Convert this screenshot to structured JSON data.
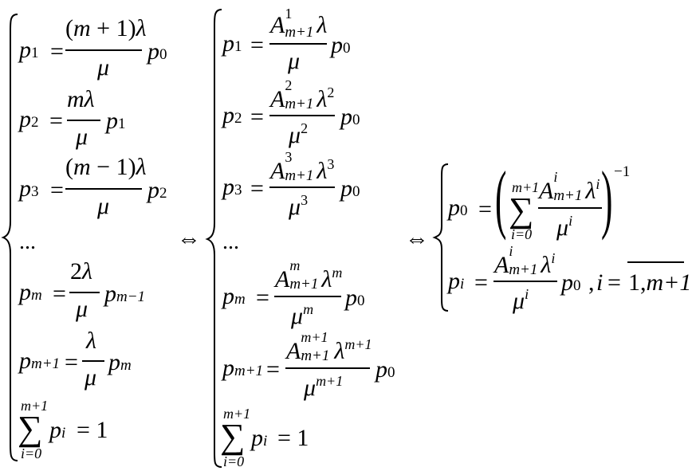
{
  "system_left": {
    "eq1": {
      "lhs": "p",
      "lhs_sub": "1",
      "num_open": "(",
      "num_m": "m",
      "num_plus": "+",
      "num_one": "1",
      "num_close": ")",
      "num_lambda": "λ",
      "den": "μ",
      "rhs": "p",
      "rhs_sub": "0"
    },
    "eq2": {
      "lhs": "p",
      "lhs_sub": "2",
      "num": "mλ",
      "den": "μ",
      "rhs": "p",
      "rhs_sub": "1"
    },
    "eq3": {
      "lhs": "p",
      "lhs_sub": "3",
      "num_open": "(",
      "num_m": "m",
      "num_minus": "−",
      "num_one": "1",
      "num_close": ")",
      "num_lambda": "λ",
      "den": "μ",
      "rhs": "p",
      "rhs_sub": "2"
    },
    "ellipsis": "...",
    "eq_m": {
      "lhs": "p",
      "lhs_sub": "m",
      "num_two": "2",
      "num_lambda": "λ",
      "den": "μ",
      "rhs": "p",
      "rhs_sub": "m−1"
    },
    "eq_m1": {
      "lhs": "p",
      "lhs_sub": "m+1",
      "num": "λ",
      "den": "μ",
      "rhs": "p",
      "rhs_sub": "m"
    },
    "sum": {
      "upper": "m+1",
      "symbol": "∑",
      "lower": "i=0",
      "term": "p",
      "term_sub": "i",
      "rhs": "= 1"
    }
  },
  "equiv_symbol": "⇔",
  "system_middle": {
    "eq1": {
      "lhs": "p",
      "lhs_sub": "1",
      "a": "A",
      "a_sup": "1",
      "a_sub": "m+1",
      "lambda": "λ",
      "lambda_sup": "",
      "mu": "μ",
      "mu_sup": "",
      "rhs": "p",
      "rhs_sub": "0"
    },
    "eq2": {
      "lhs": "p",
      "lhs_sub": "2",
      "a": "A",
      "a_sup": "2",
      "a_sub": "m+1",
      "lambda": "λ",
      "lambda_sup": "2",
      "mu": "μ",
      "mu_sup": "2",
      "rhs": "p",
      "rhs_sub": "0"
    },
    "eq3": {
      "lhs": "p",
      "lhs_sub": "3",
      "a": "A",
      "a_sup": "3",
      "a_sub": "m+1",
      "lambda": "λ",
      "lambda_sup": "3",
      "mu": "μ",
      "mu_sup": "3",
      "rhs": "p",
      "rhs_sub": "0"
    },
    "ellipsis": "...",
    "eq_m": {
      "lhs": "p",
      "lhs_sub": "m",
      "a": "A",
      "a_sup": "m",
      "a_sub": "m+1",
      "lambda": "λ",
      "lambda_sup": "m",
      "mu": "μ",
      "mu_sup": "m",
      "rhs": "p",
      "rhs_sub": "0"
    },
    "eq_m1": {
      "lhs": "p",
      "lhs_sub": "m+1",
      "a": "A",
      "a_sup": "m+1",
      "a_sub": "m+1",
      "lambda": "λ",
      "lambda_sup": "m+1",
      "mu": "μ",
      "mu_sup": "m+1",
      "rhs": "p",
      "rhs_sub": "0"
    },
    "sum": {
      "upper": "m+1",
      "symbol": "∑",
      "lower": "i=0",
      "term": "p",
      "term_sub": "i",
      "rhs": "= 1"
    }
  },
  "system_right": {
    "eq1": {
      "lhs": "p",
      "lhs_sub": "0",
      "eq": "=",
      "upper": "m+1",
      "symbol": "∑",
      "lower": "i=0",
      "a": "A",
      "a_sup": "i",
      "a_sub": "m+1",
      "lambda": "λ",
      "lambda_sup": "i",
      "mu": "μ",
      "mu_sup": "i",
      "power": "−1"
    },
    "eq2": {
      "lhs": "p",
      "lhs_sub": "i",
      "eq": "=",
      "a": "A",
      "a_sup": "i",
      "a_sub": "m+1",
      "lambda": "λ",
      "lambda_sup": "i",
      "mu": "μ",
      "mu_sup": "i",
      "rhs": "p",
      "rhs_sub": "0",
      "comma": ",",
      "index": "i",
      "index_eq": "=",
      "range_start": "1",
      "range_comma": ",",
      "range_end": "m+1"
    }
  }
}
